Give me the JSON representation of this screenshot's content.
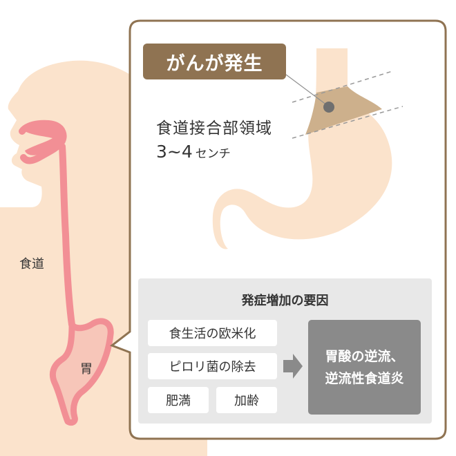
{
  "callout": {
    "title": "がんが発生",
    "region": "食道接合部領域",
    "size_value": "3~4",
    "size_unit": "センチ"
  },
  "anatomy": {
    "esophagus": "食道",
    "stomach": "胃"
  },
  "factors_panel": {
    "title": "発症増加の要因",
    "factors": [
      "食生活の欧米化",
      "ピロリ菌の除去",
      "肥満",
      "加齢"
    ],
    "result_line1": "胃酸の逆流、",
    "result_line2": "逆流性食道炎"
  },
  "colors": {
    "skin": "#fbe3cc",
    "organ": "#f28f95",
    "tumor_zone": "#cdb08c",
    "badge": "#8f7352",
    "panel_border": "#8f7352",
    "panel_bg": "#e8e8e8",
    "result_box": "#8a8a8a"
  }
}
